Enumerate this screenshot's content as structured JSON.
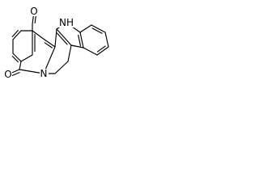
{
  "molecule": {
    "atoms": {
      "aldehyde_oxygen": "O",
      "lactam_oxygen": "O",
      "ring_nitrogen": "N",
      "indole_nh": "NH"
    }
  },
  "colors": {
    "bond": "#000000",
    "background": "#ffffff"
  }
}
